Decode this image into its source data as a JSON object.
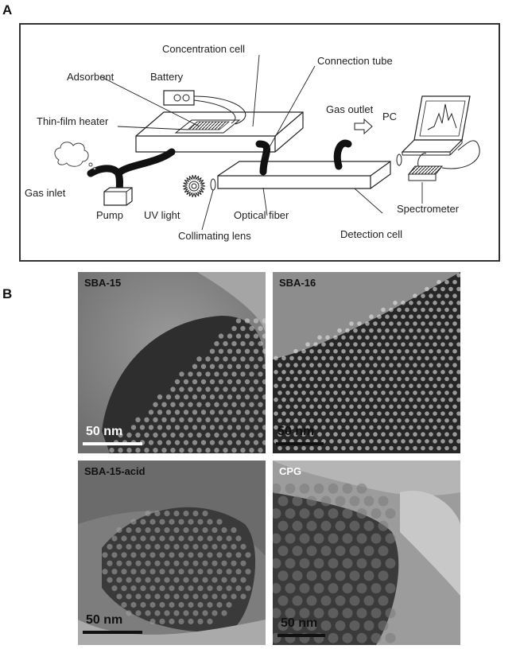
{
  "panels": {
    "a": {
      "letter": "A",
      "labels": {
        "concentration_cell": "Concentration cell",
        "connection_tube": "Connection tube",
        "adsorbent": "Adsorbent",
        "battery": "Battery",
        "thin_film_heater": "Thin-film heater",
        "gas_outlet": "Gas outlet",
        "pc": "PC",
        "gas_inlet": "Gas inlet",
        "pump": "Pump",
        "uv_light": "UV light",
        "optical_fiber": "Optical fiber",
        "spectrometer": "Spectrometer",
        "collimating_lens": "Collimating lens",
        "detection_cell": "Detection cell"
      }
    },
    "b": {
      "letter": "B",
      "images": [
        {
          "label": "SBA-15",
          "scale": "50 nm"
        },
        {
          "label": "SBA-16",
          "scale": "50 nm"
        },
        {
          "label": "SBA-15-acid",
          "scale": "50 nm"
        },
        {
          "label": "CPG",
          "scale": "50 nm"
        }
      ]
    }
  }
}
